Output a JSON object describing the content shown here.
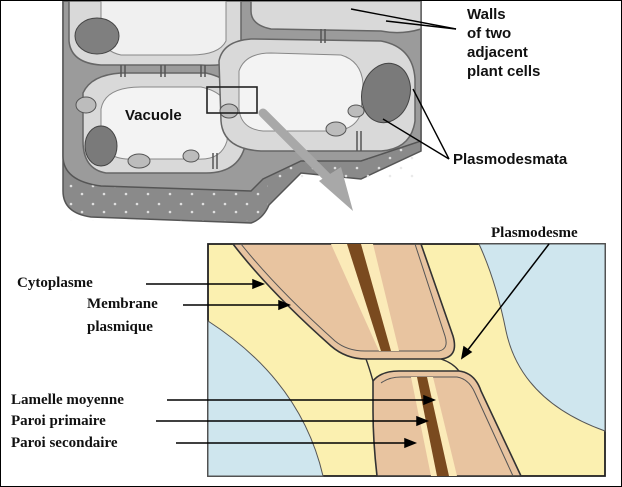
{
  "top_labels": {
    "walls": [
      "Walls",
      "of two",
      "adjacent",
      "plant cells"
    ],
    "vacuole": "Vacuole",
    "plasmodesmata": "Plasmodesmata"
  },
  "bottom_labels": {
    "plasmodesme": "Plasmodesme",
    "cytoplasme": "Cytoplasme",
    "membrane": [
      "Membrane",
      "plasmique"
    ],
    "lamelle": "Lamelle moyenne",
    "paroi_primaire": "Paroi primaire",
    "paroi_secondaire": "Paroi secondaire"
  },
  "colors": {
    "cell_wall_gray": "#8f8f8f",
    "cytoplasm_pale": "#dcdcdc",
    "vacuole_light": "#f2f2f2",
    "cytoplasm_yellow": "#fbf0b0",
    "wall_tan": "#e8c4a0",
    "middle_lamella": "#7a4a1f",
    "outside_blue": "#cfe6ee"
  }
}
